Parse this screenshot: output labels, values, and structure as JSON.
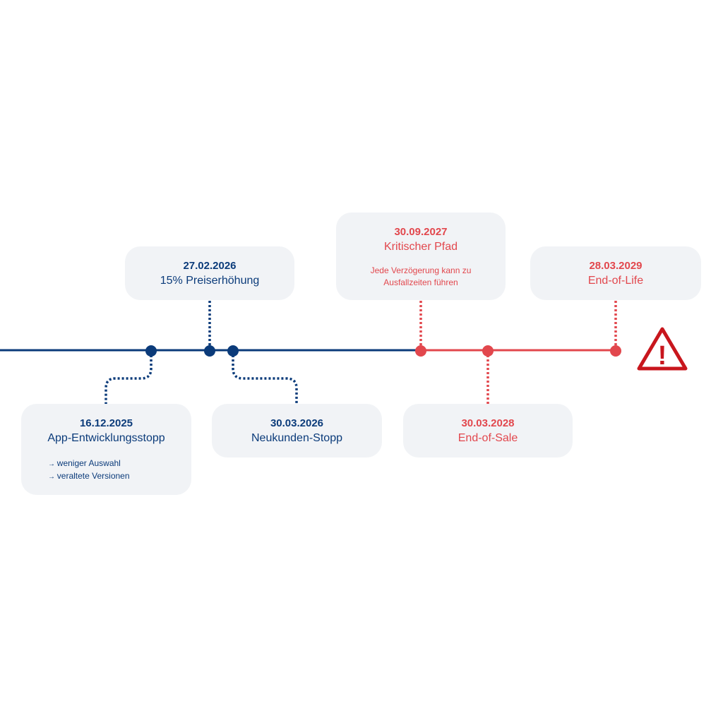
{
  "colors": {
    "blue": "#0b3b7a",
    "red": "#e2474d",
    "card_bg": "#f1f3f6",
    "warning": "#c8161d"
  },
  "milestones": [
    {
      "id": "m1",
      "date": "16.12.2025",
      "label": "App-Entwicklungsstopp",
      "bullets": [
        "weniger Auswahl",
        "veraltete Versionen"
      ],
      "position": "below",
      "phase": "blue"
    },
    {
      "id": "m2",
      "date": "27.02.2026",
      "label": "15% Preiserhöhung",
      "position": "above",
      "phase": "blue"
    },
    {
      "id": "m3",
      "date": "30.03.2026",
      "label": "Neukunden-Stopp",
      "position": "below",
      "phase": "blue"
    },
    {
      "id": "m4",
      "date": "30.09.2027",
      "label": "Kritischer Pfad",
      "note": "Jede Verzögerung kann zu Ausfallzeiten führen",
      "position": "above",
      "phase": "red"
    },
    {
      "id": "m5",
      "date": "30.03.2028",
      "label": "End-of-Sale",
      "position": "below",
      "phase": "red"
    },
    {
      "id": "m6",
      "date": "28.03.2029",
      "label": "End-of-Life",
      "position": "above",
      "phase": "red"
    }
  ],
  "end_marker": {
    "icon": "warning-triangle-icon",
    "glyph": "!"
  }
}
